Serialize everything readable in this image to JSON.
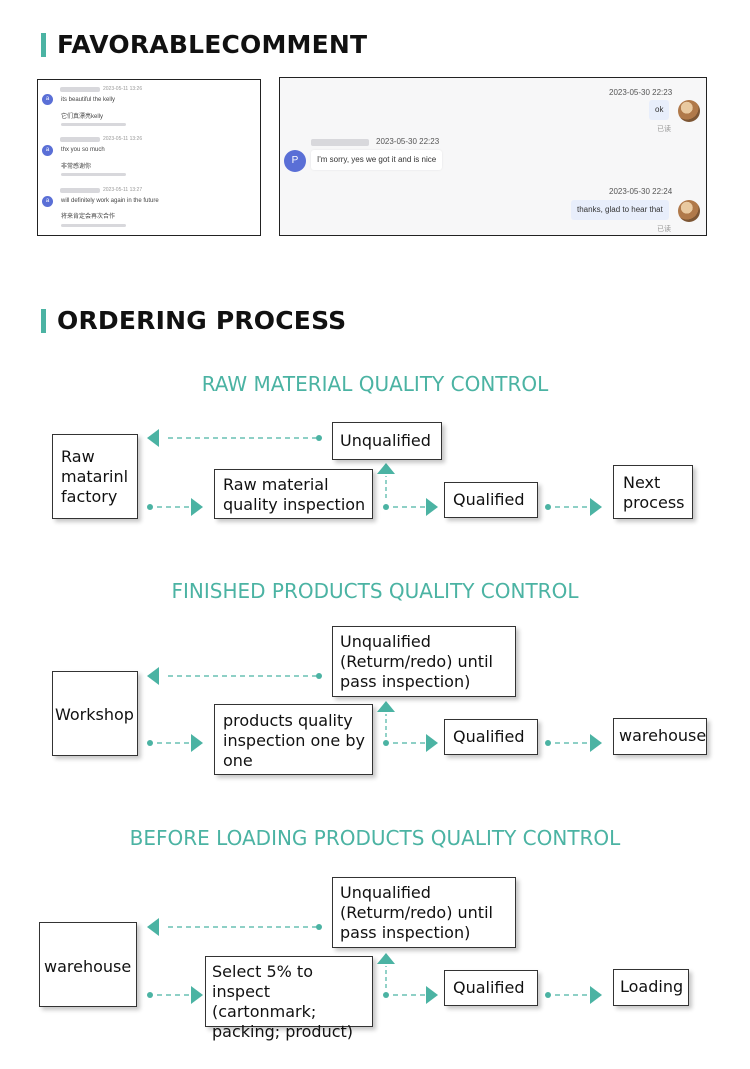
{
  "section1": {
    "title": "FAVORABLECOMMENT"
  },
  "review_left": {
    "rows": [
      {
        "avatar": "a",
        "time": "2023-05-11 13:26",
        "text": "its beautiful the kelly",
        "sub": "它们真漂亮kelly"
      },
      {
        "avatar": "a",
        "time": "2023-05-11 13:26",
        "text": "thx you so much",
        "sub": "非常感谢你"
      },
      {
        "avatar": "a",
        "time": "2023-05-11 13:27",
        "text": "will definitely work again in the future",
        "sub": "将来肯定会再次合作"
      }
    ]
  },
  "review_right": {
    "msg1": {
      "time": "2023-05-30 22:23",
      "text": "ok",
      "status": "已读"
    },
    "msg2": {
      "avatar": "P",
      "time": "2023-05-30 22:23",
      "text": "I'm sorry, yes we got it and is nice"
    },
    "msg3": {
      "time": "2023-05-30 22:24",
      "text": "thanks, glad to hear that",
      "status": "已读"
    }
  },
  "section2": {
    "title": "ORDERING PROCESS"
  },
  "flows": [
    {
      "title": "RAW MATERIAL QUALITY CONTROL",
      "source": "Raw\nmatarinl\nfactory",
      "inspect": "Raw material\nquality inspection",
      "unqualified": "Unqualified",
      "qualified": "Qualified",
      "next": "Next\nprocess"
    },
    {
      "title": "FINISHED PRODUCTS QUALITY CONTROL",
      "source": "Workshop",
      "inspect": "products  quality\ninspection one by\none",
      "unqualified": "Unqualified\n(Returm/redo)  until\npass inspection)",
      "qualified": "Qualified",
      "next": "warehouse"
    },
    {
      "title": "BEFORE LOADING PRODUCTS QUALITY CONTROL",
      "source": "warehouse",
      "inspect": "Select 5% to inspect\n(cartonmark;\npacking; product)",
      "unqualified": "Unqualified\n(Returm/redo)  until\npass inspection)",
      "qualified": "Qualified",
      "next": "Loading"
    }
  ],
  "colors": {
    "accent": "#4bb3a3",
    "avatar": "#5a6fd6"
  }
}
